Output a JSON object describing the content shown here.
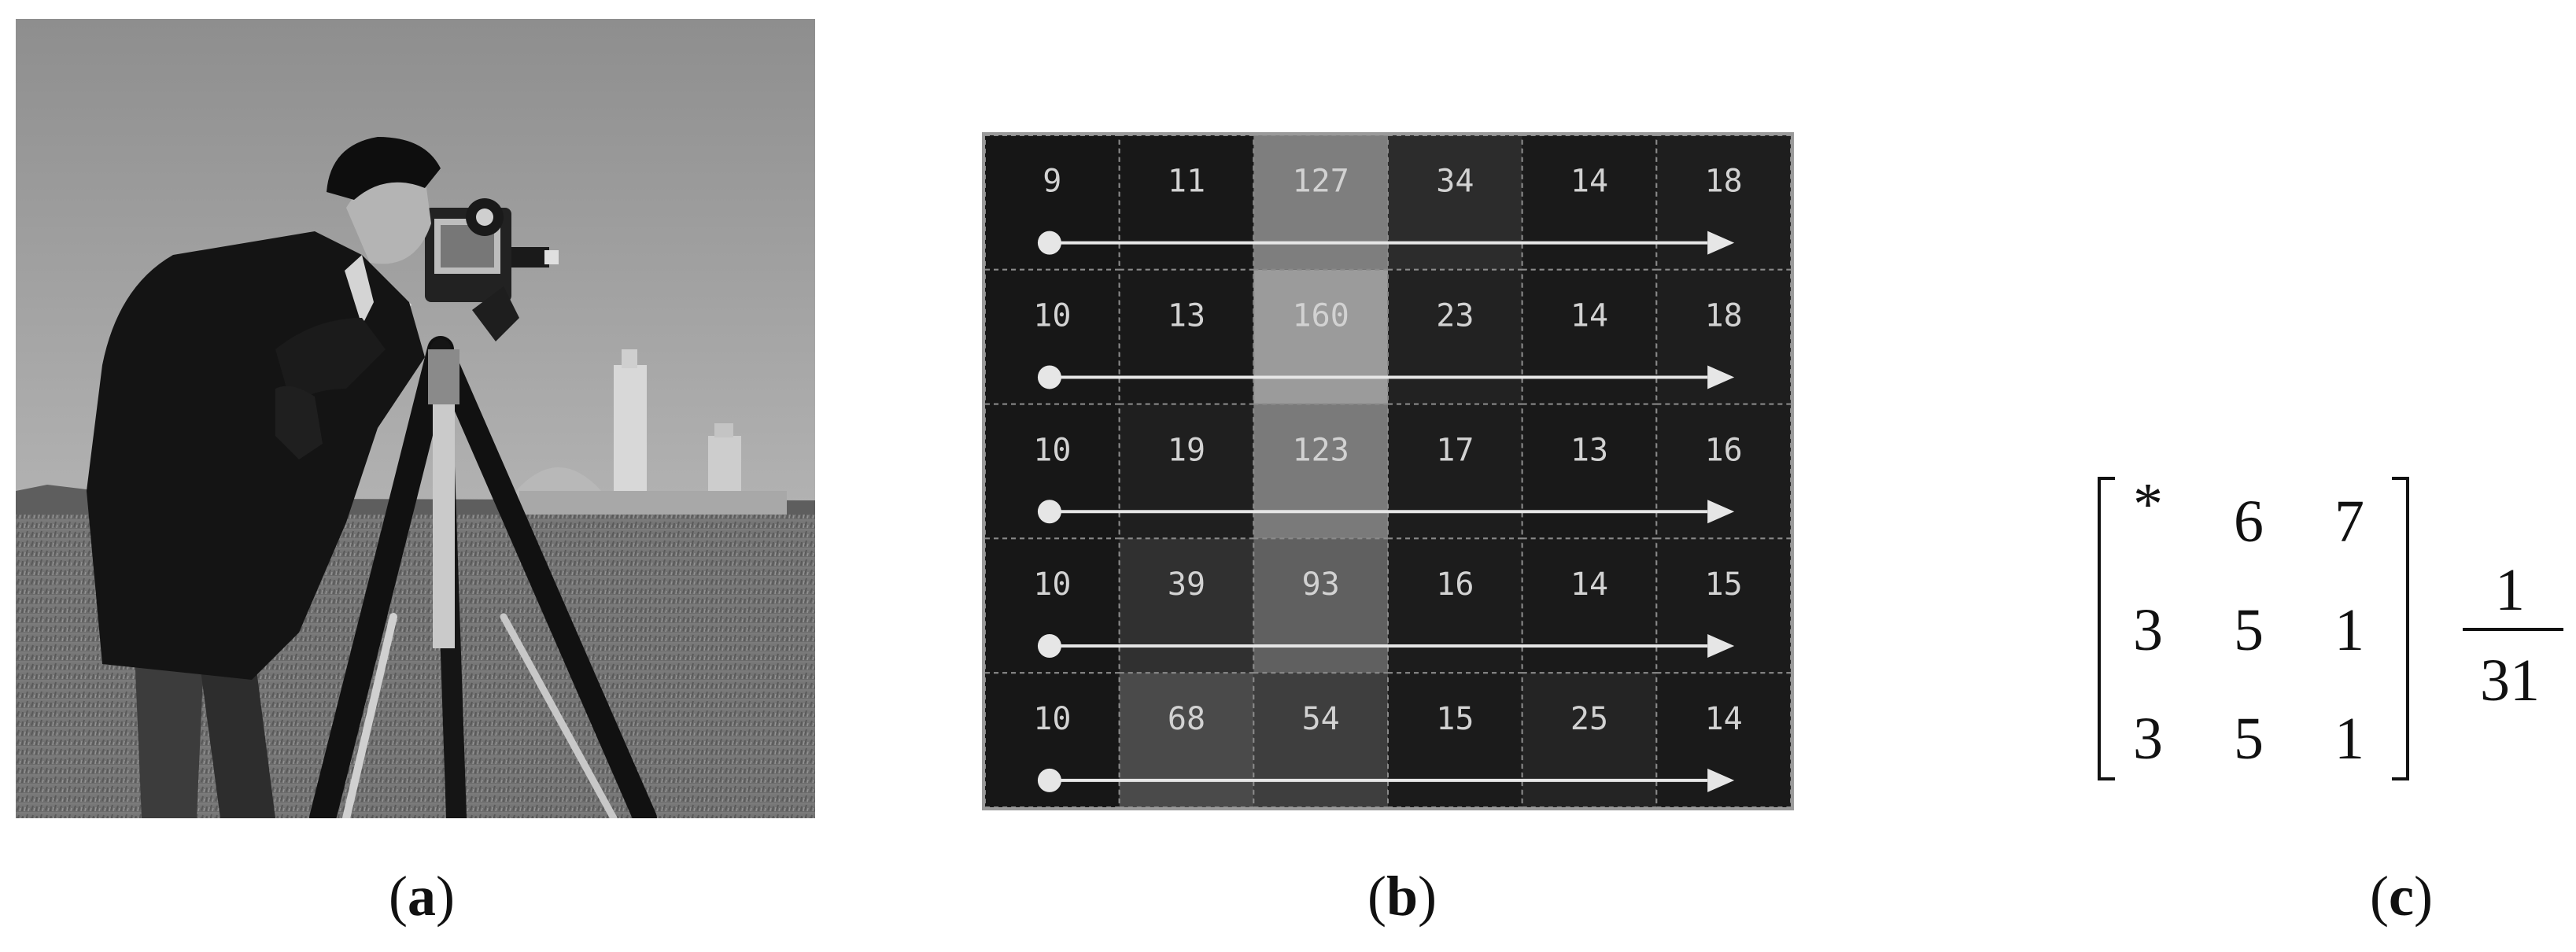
{
  "panel_a": {
    "caption_open": "(",
    "caption_letter": "a",
    "caption_close": ")"
  },
  "panel_b": {
    "caption_open": "(",
    "caption_letter": "b",
    "caption_close": ")",
    "rows": [
      [
        9,
        11,
        127,
        34,
        14,
        18
      ],
      [
        10,
        13,
        160,
        23,
        14,
        18
      ],
      [
        10,
        19,
        123,
        17,
        13,
        16
      ],
      [
        10,
        39,
        93,
        16,
        14,
        15
      ],
      [
        10,
        68,
        54,
        15,
        25,
        14
      ]
    ],
    "colors": {
      "text": "#d2d2d2",
      "arrow": "#e6e6e6",
      "border": "#9a9a9a"
    }
  },
  "panel_c": {
    "caption_open": "(",
    "caption_letter": "c",
    "caption_close": ")",
    "matrix": [
      [
        "*",
        "6",
        "7"
      ],
      [
        "3",
        "5",
        "1"
      ],
      [
        "3",
        "5",
        "1"
      ]
    ],
    "fraction_numerator": "1",
    "fraction_denominator": "31"
  }
}
